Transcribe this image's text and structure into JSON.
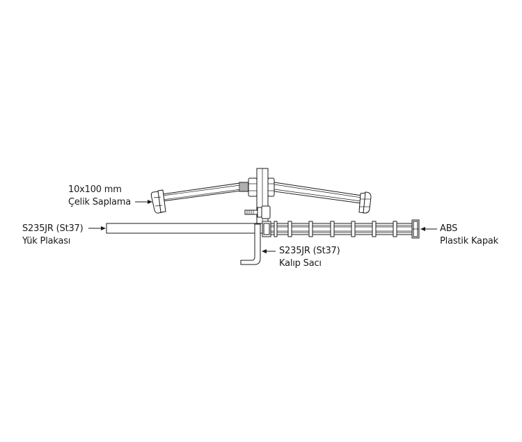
{
  "labels": {
    "stud_size": "10x100 mm",
    "stud_name": "Çelik Saplama",
    "load_plate_material": "S235JR (St37)",
    "load_plate_name": "Yük Plakası",
    "form_sheet_material": "S235JR (St37)",
    "form_sheet_name": "Kalıp Sacı",
    "cap_material": "ABS",
    "cap_name": "Plastik Kapak"
  },
  "colors": {
    "line": "#1a1a1a",
    "background": "#ffffff"
  }
}
